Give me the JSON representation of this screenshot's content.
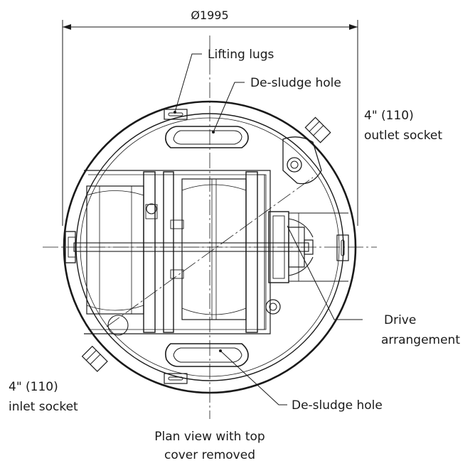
{
  "diagram": {
    "dimension_label": "Ø1995",
    "labels": {
      "lifting_lugs": "Lifting lugs",
      "desludge_top": "De-sludge hole",
      "outlet_line1": "4\" (110)",
      "outlet_line2": "outlet socket",
      "drive_line1": "Drive",
      "drive_line2": "arrangement",
      "inlet_line1": "4\" (110)",
      "inlet_line2": "inlet socket",
      "desludge_bottom": "De-sludge hole"
    },
    "caption_line1": "Plan view with top",
    "caption_line2": "cover removed"
  },
  "colors": {
    "ink": "#1a1a1a",
    "background": "#ffffff"
  }
}
